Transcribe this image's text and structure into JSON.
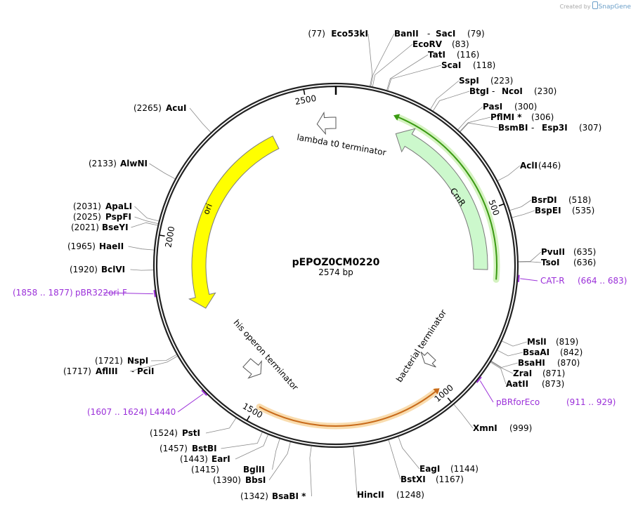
{
  "credit": {
    "prefix": "Created by",
    "brand": "SnapGene"
  },
  "plasmid": {
    "name": "pEPOZ0CM0220",
    "length_label": "2574 bp",
    "total_bp": 2574
  },
  "ticks": [
    {
      "bp": 500,
      "label": "500"
    },
    {
      "bp": 1000,
      "label": "1000"
    },
    {
      "bp": 1500,
      "label": "1500"
    },
    {
      "bp": 2000,
      "label": "2000"
    },
    {
      "bp": 2500,
      "label": "2500"
    }
  ],
  "features": [
    {
      "id": "cmr",
      "label": "CmR",
      "start": 175,
      "end": 655,
      "dir": "ccw",
      "fill": "#ccf8cc",
      "stroke": "#7a7a7a",
      "ring": "inner"
    },
    {
      "id": "ori",
      "label": "ori",
      "start": 1800,
      "end": 2388,
      "dir": "ccw",
      "fill": "#ffff00",
      "stroke": "#7a7a7a",
      "ring": "inner"
    },
    {
      "id": "lambda-t0",
      "label": "lambda t0 terminator",
      "start": 2520,
      "end": 2574,
      "dir": "ccw",
      "fill": "#ffffff",
      "stroke": "#555555",
      "ring": "inner"
    },
    {
      "id": "bacterial-term",
      "label": "bacterial terminator",
      "start": 955,
      "end": 985,
      "dir": "cw",
      "fill": "#ffffff",
      "stroke": "#555555",
      "ring": "inner"
    },
    {
      "id": "his-operon-term",
      "label": "his operon terminator",
      "start": 1535,
      "end": 1590,
      "dir": "ccw",
      "fill": "#ffffff",
      "stroke": "#555555",
      "ring": "inner"
    }
  ],
  "outer_features": [
    {
      "id": "green-orf",
      "start": 150,
      "end": 680,
      "color": "#3a9a12",
      "halo": "#d4f2c0",
      "dir": "ccw"
    },
    {
      "id": "orange-orf",
      "start": 1000,
      "end": 1490,
      "color": "#c86a1a",
      "halo": "#f9dcae",
      "dir": "ccw"
    }
  ],
  "sites": [
    {
      "name": "Eco53kI",
      "pos": "(77)",
      "bp": 77
    },
    {
      "name": "BanII",
      "name2": "SacI",
      "pos": "(79)",
      "bp": 79
    },
    {
      "name": "EcoRV",
      "pos": "(83)",
      "bp": 83
    },
    {
      "name": "TatI",
      "pos": "(116)",
      "bp": 116
    },
    {
      "name": "ScaI",
      "pos": "(118)",
      "bp": 118
    },
    {
      "name": "SspI",
      "pos": "(223)",
      "bp": 223
    },
    {
      "name": "BtgI",
      "name2": "NcoI",
      "pos": "(230)",
      "bp": 230
    },
    {
      "name": "PasI",
      "pos": "(300)",
      "bp": 300
    },
    {
      "name": "PflMI *",
      "pos": "(306)",
      "bp": 306
    },
    {
      "name": "BsmBI",
      "name2": "Esp3I",
      "pos": "(307)",
      "bp": 307
    },
    {
      "name": "AclI",
      "pos": "(446)",
      "bp": 446
    },
    {
      "name": "BsrDI",
      "pos": "(518)",
      "bp": 518
    },
    {
      "name": "BspEI",
      "pos": "(535)",
      "bp": 535
    },
    {
      "name": "PvuII",
      "pos": "(635)",
      "bp": 635
    },
    {
      "name": "TsoI",
      "pos": "(636)",
      "bp": 636
    },
    {
      "name": "MslI",
      "pos": "(819)",
      "bp": 819
    },
    {
      "name": "BsaAI",
      "pos": "(842)",
      "bp": 842
    },
    {
      "name": "BsaHI",
      "pos": "(870)",
      "bp": 870
    },
    {
      "name": "ZraI",
      "pos": "(871)",
      "bp": 871
    },
    {
      "name": "AatII",
      "pos": "(873)",
      "bp": 873
    },
    {
      "name": "XmnI",
      "pos": "(999)",
      "bp": 999
    },
    {
      "name": "EagI",
      "pos": "(1144)",
      "bp": 1144
    },
    {
      "name": "BstXI",
      "pos": "(1167)",
      "bp": 1167
    },
    {
      "name": "HincII",
      "pos": "(1248)",
      "bp": 1248
    },
    {
      "name": "BsaBI *",
      "pos": "(1342)",
      "bp": 1342
    },
    {
      "name": "BbsI",
      "pos": "(1390)",
      "bp": 1390
    },
    {
      "name": "BglII",
      "pos": "(1415)",
      "bp": 1415
    },
    {
      "name": "EarI",
      "pos": "(1443)",
      "bp": 1443
    },
    {
      "name": "BstBI",
      "pos": "(1457)",
      "bp": 1457
    },
    {
      "name": "PstI",
      "pos": "(1524)",
      "bp": 1524
    },
    {
      "name": "AflIII",
      "name2": "PciI",
      "pos": "(1717)",
      "bp": 1717
    },
    {
      "name": "NspI",
      "pos": "(1721)",
      "bp": 1721
    },
    {
      "name": "BclVI",
      "pos": "(1920)",
      "bp": 1920
    },
    {
      "name": "HaeII",
      "pos": "(1965)",
      "bp": 1965
    },
    {
      "name": "BseYI",
      "pos": "(2021)",
      "bp": 2021
    },
    {
      "name": "PspFI",
      "pos": "(2025)",
      "bp": 2025
    },
    {
      "name": "ApaLI",
      "pos": "(2031)",
      "bp": 2031
    },
    {
      "name": "AlwNI",
      "pos": "(2133)",
      "bp": 2133
    },
    {
      "name": "AcuI",
      "pos": "(2265)",
      "bp": 2265
    }
  ],
  "primers": [
    {
      "name": "CAT-R",
      "range": "(664 .. 683)",
      "bp": 673
    },
    {
      "name": "pBRforEco",
      "range": "(911 .. 929)",
      "bp": 920
    },
    {
      "name": "L4440",
      "range": "(1607 .. 1624)",
      "bp": 1615
    },
    {
      "name": "pBR322ori-F",
      "range": "(1858 .. 1877)",
      "bp": 1867
    }
  ]
}
